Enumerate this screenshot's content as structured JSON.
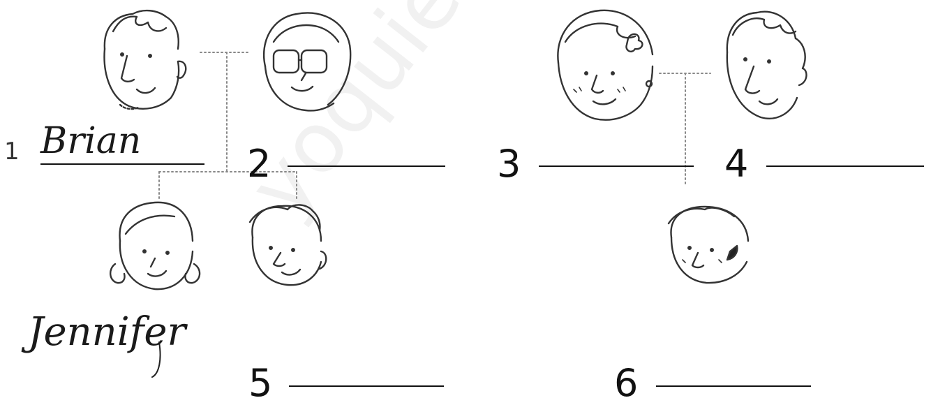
{
  "watermark": "yoquieroaprobar",
  "items": [
    {
      "number": "1",
      "name": "Brian"
    },
    {
      "number": "2"
    },
    {
      "number": "3"
    },
    {
      "number": "4"
    },
    {
      "number": "5"
    },
    {
      "number": "6"
    }
  ],
  "child_name": "Jennifer",
  "icons": [
    "man-face-icon",
    "woman-glasses-face-icon",
    "woman-flower-face-icon",
    "man-face-icon",
    "girl-pigtails-face-icon",
    "boy-face-icon",
    "baby-face-icon"
  ]
}
